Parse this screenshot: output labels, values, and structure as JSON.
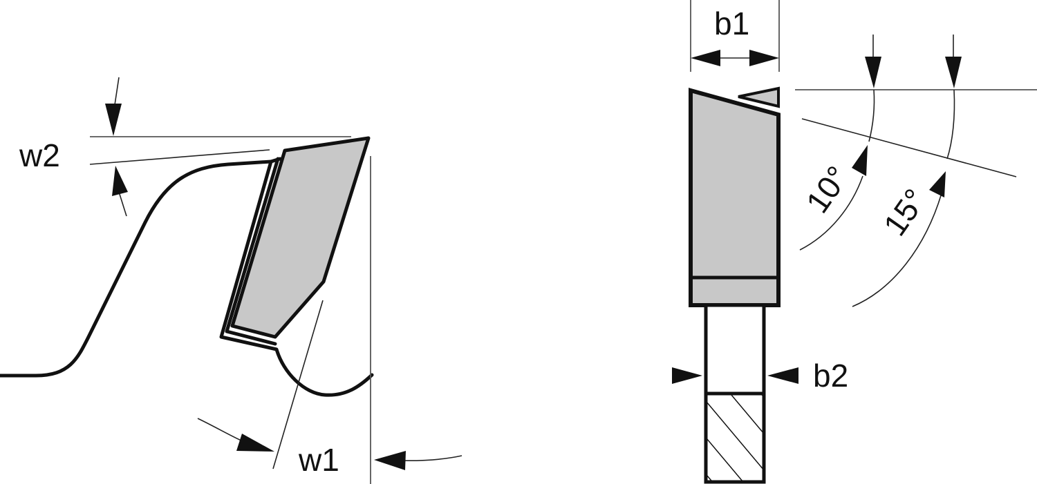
{
  "diagram": {
    "subject": "Saw blade carbide tooth geometry",
    "colors": {
      "line": "#111111",
      "tip_fill": "#c8c8c8",
      "background": "#ffffff"
    },
    "left_view": {
      "name": "side view of tooth",
      "labels": {
        "clearance_angle_top": "w2",
        "rake_angle": "w1"
      }
    },
    "right_view": {
      "name": "front view of tooth",
      "labels": {
        "tip_width": "b1",
        "body_width": "b2",
        "bevel_angle_1": "10°",
        "bevel_angle_2": "15°"
      }
    }
  }
}
